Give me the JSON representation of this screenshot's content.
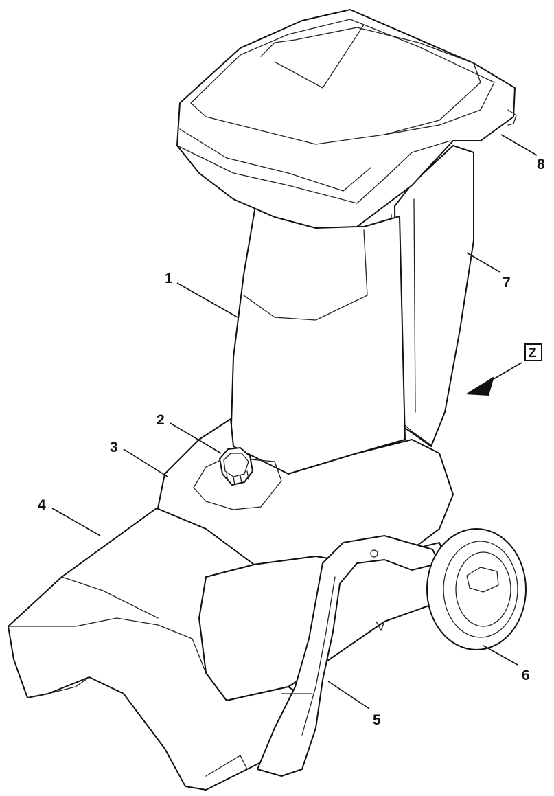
{
  "diagram": {
    "callouts": [
      {
        "id": "1",
        "label": "1"
      },
      {
        "id": "2",
        "label": "2"
      },
      {
        "id": "3",
        "label": "3"
      },
      {
        "id": "4",
        "label": "4"
      },
      {
        "id": "5",
        "label": "5"
      },
      {
        "id": "6",
        "label": "6"
      },
      {
        "id": "7",
        "label": "7"
      },
      {
        "id": "8",
        "label": "8"
      }
    ],
    "view_marker": {
      "label": "Z"
    }
  }
}
